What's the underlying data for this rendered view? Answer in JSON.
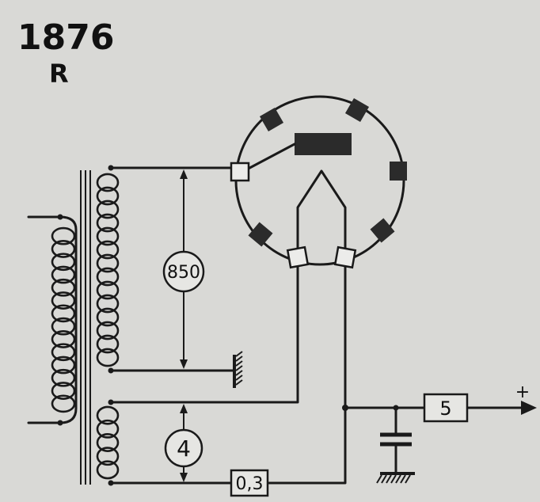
{
  "header": {
    "model_number": "1876",
    "type_code": "R"
  },
  "components": {
    "hv_voltage_label": "850",
    "filament_voltage_label": "4",
    "filament_current_label": "0,3",
    "output_label": "5",
    "polarity_label": "+"
  },
  "colors": {
    "background": "#d9d9d6",
    "ink": "#1a1a1a"
  }
}
